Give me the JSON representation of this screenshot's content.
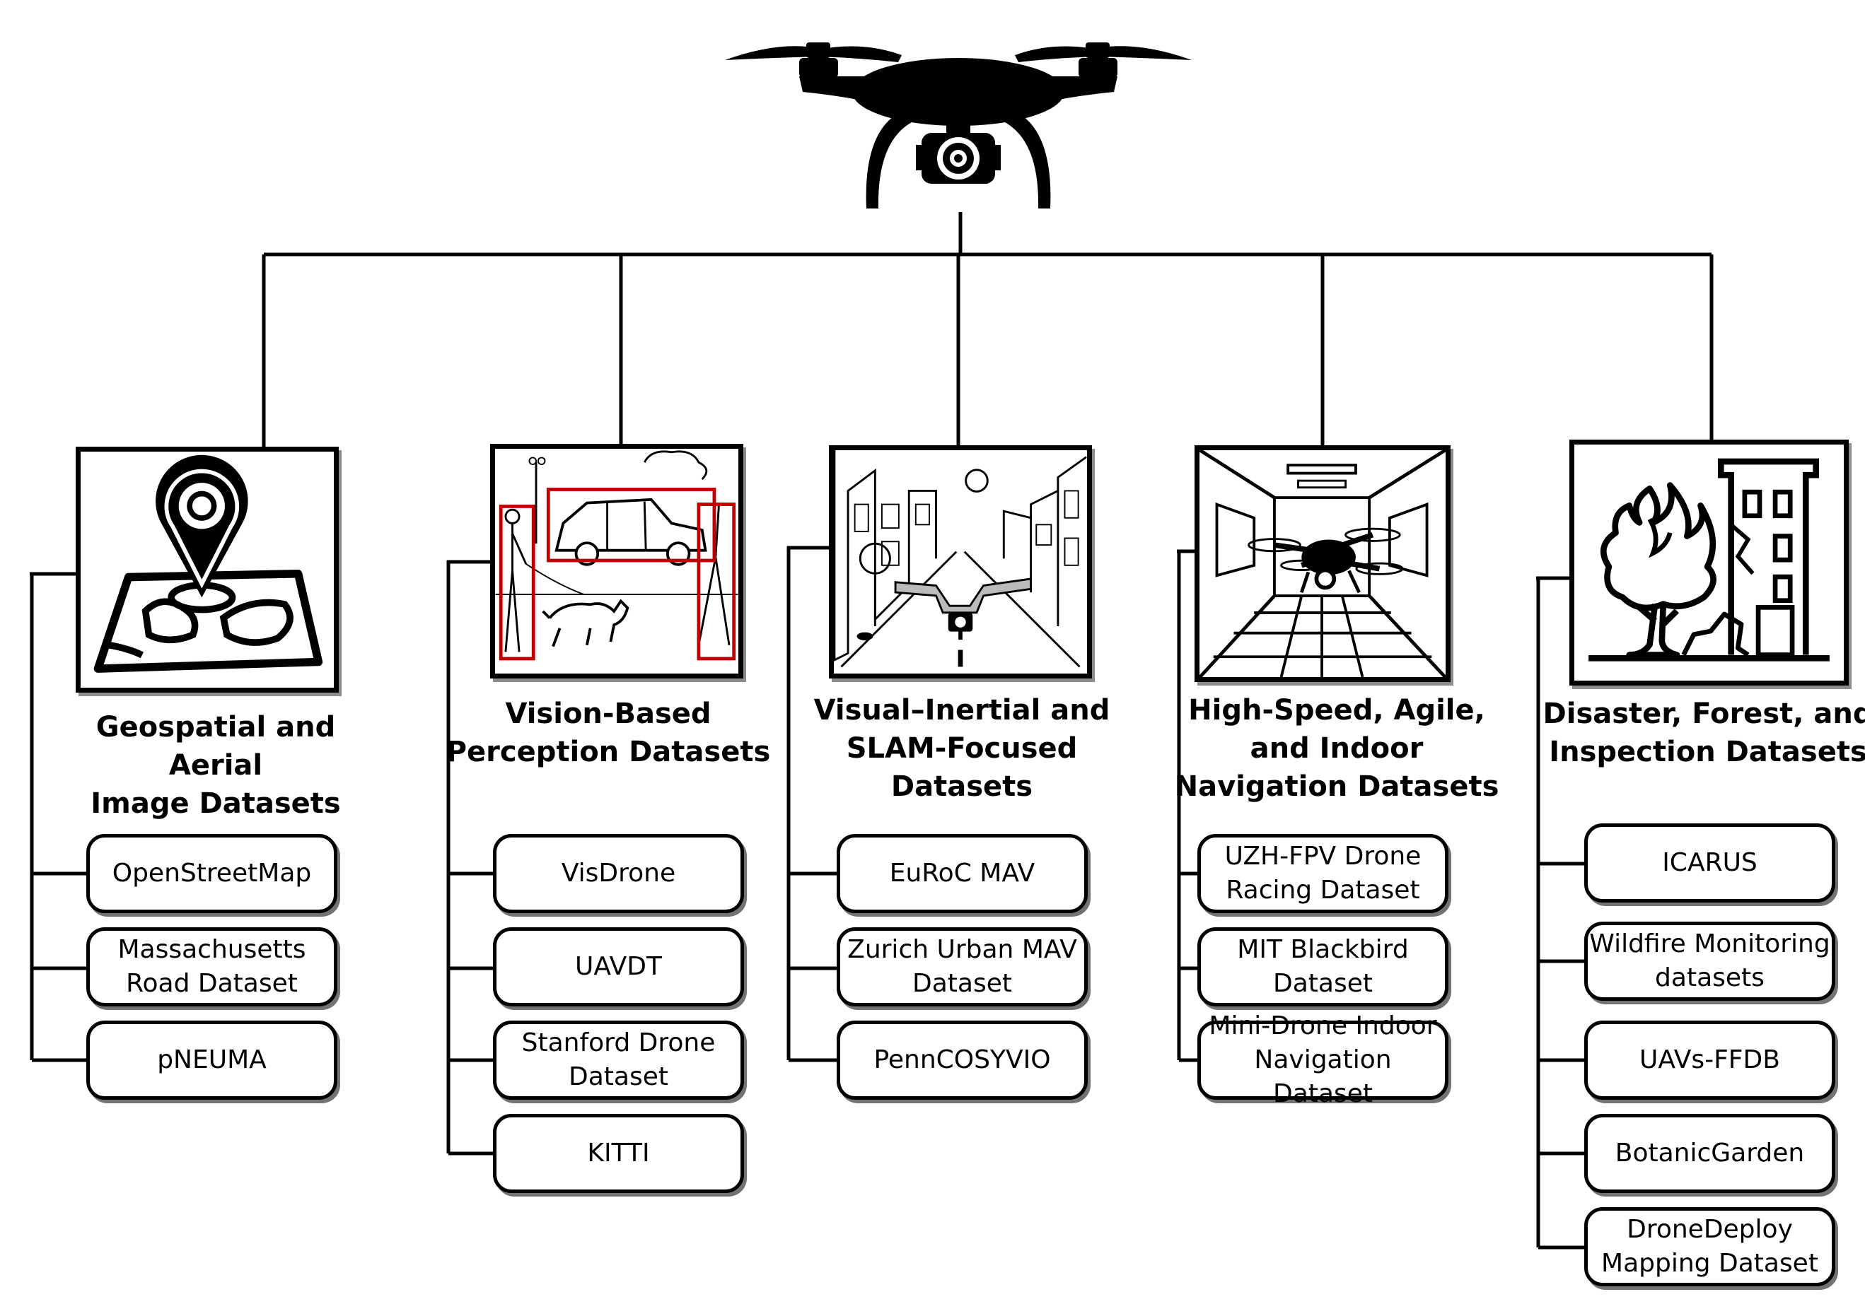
{
  "categories": [
    {
      "title": "Geospatial and Aerial\nImage Datasets",
      "icon": "map-pin-icon",
      "datasets": [
        "OpenStreetMap",
        "Massachusetts\nRoad Dataset",
        "pNEUMA"
      ]
    },
    {
      "title": "Vision-Based\nPerception Datasets",
      "icon": "street-detection-icon",
      "datasets": [
        "VisDrone",
        "UAVDT",
        "Stanford Drone\nDataset",
        "KITTI"
      ]
    },
    {
      "title": "Visual–Inertial and\nSLAM-Focused\nDatasets",
      "icon": "city-street-drone-icon",
      "datasets": [
        "EuRoC MAV",
        "Zurich Urban MAV\nDataset",
        "PennCOSYVIO"
      ]
    },
    {
      "title": "High-Speed, Agile,\nand Indoor\nNavigation Datasets",
      "icon": "corridor-drone-icon",
      "datasets": [
        "UZH-FPV Drone\nRacing Dataset",
        "MIT Blackbird\nDataset",
        "Mini-Drone Indoor\nNavigation Dataset"
      ]
    },
    {
      "title": "Disaster, Forest, and\nInspection Datasets",
      "icon": "fire-building-icon",
      "datasets": [
        "ICARUS",
        "Wildfire Monitoring\ndatasets",
        "UAVs-FFDB",
        "BotanicGarden",
        "DroneDeploy\nMapping Dataset"
      ]
    }
  ],
  "colors": {
    "line": "#000000",
    "detection_box": "#c00000"
  },
  "root_icon": "drone-icon"
}
